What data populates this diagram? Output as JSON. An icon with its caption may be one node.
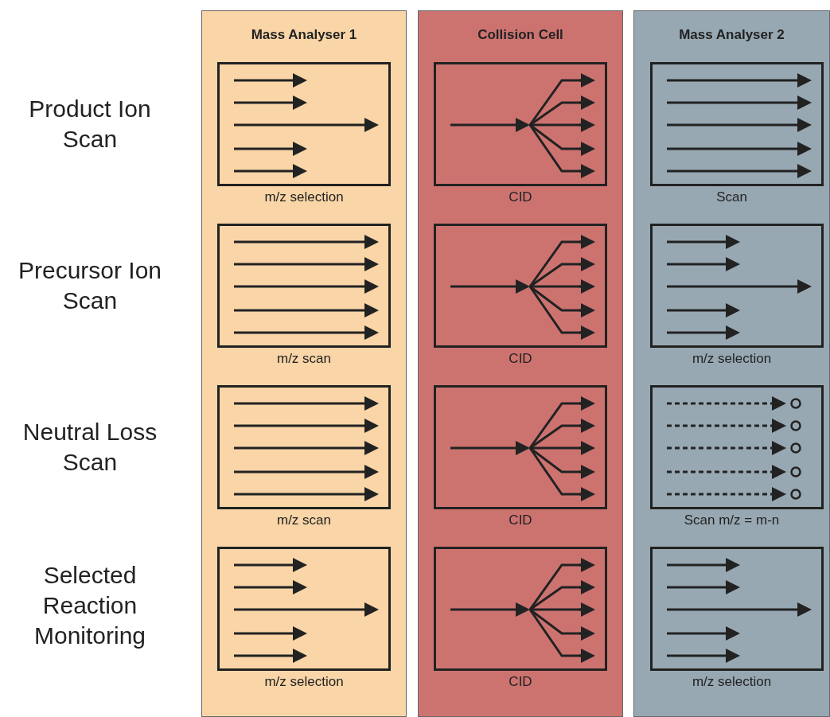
{
  "diagram": {
    "nodes": [
      {
        "text": [
          "Mass Analyser 1"
        ]
      },
      {
        "text": [
          "Collision Cell"
        ]
      },
      {
        "text": [
          "Mass Analyser 2"
        ]
      },
      {
        "text": [],
        "shape": "box",
        "in": 0,
        "beside": [
          "m/z selection"
        ]
      },
      {
        "text": [],
        "shape": "box",
        "in": 1,
        "beside": [
          "CID"
        ]
      },
      {
        "text": [],
        "shape": "box",
        "in": 2,
        "beside": [
          "Scan"
        ]
      },
      {
        "text": [],
        "shape": "box",
        "in": 0,
        "beside": [
          "m/z scan"
        ]
      },
      {
        "text": [],
        "shape": "box",
        "in": 1,
        "beside": [
          "CID"
        ]
      },
      {
        "text": [],
        "shape": "box",
        "in": 2,
        "beside": [
          "m/z selection"
        ]
      },
      {
        "text": [],
        "shape": "box",
        "in": 0,
        "beside": [
          "m/z scan"
        ]
      },
      {
        "text": [],
        "shape": "box",
        "in": 1,
        "beside": [
          "CID"
        ]
      },
      {
        "text": [],
        "shape": "box",
        "in": 2,
        "beside": [
          "Scan m/z = m-n"
        ]
      },
      {
        "text": [],
        "shape": "box",
        "in": 0,
        "beside": [
          "m/z selection"
        ]
      },
      {
        "text": [],
        "shape": "box",
        "in": 1,
        "beside": [
          "CID"
        ]
      },
      {
        "text": [],
        "shape": "box",
        "in": 2,
        "beside": [
          "m/z selection"
        ]
      }
    ],
    "labels": [
      "Product Ion Scan",
      "Precursor Ion Scan",
      "Neutral Loss Scan",
      "Selected Reaction Monitoring"
    ]
  }
}
